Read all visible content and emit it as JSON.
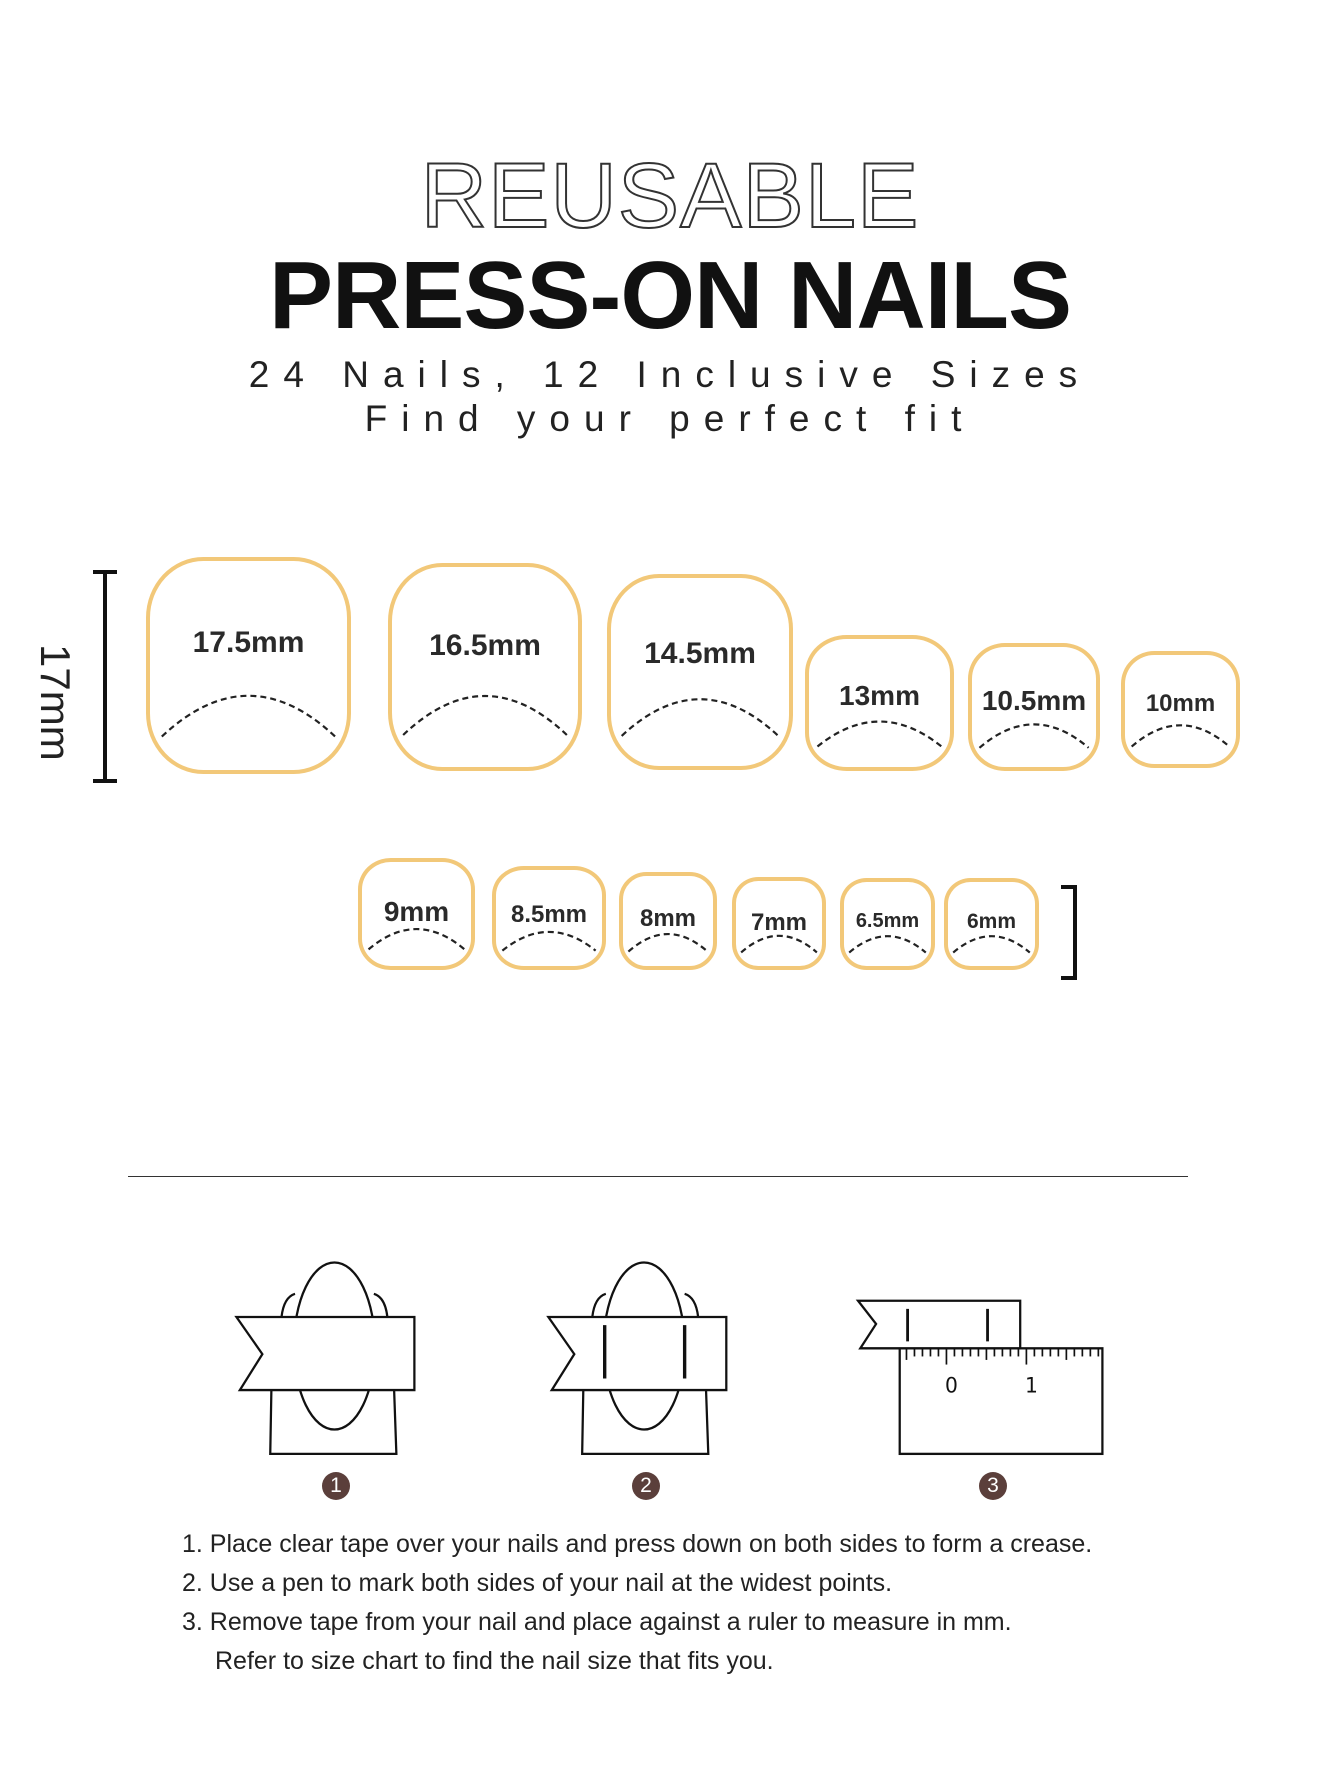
{
  "header": {
    "title_outline": "REUSABLE",
    "title_main": "PRESS-ON NAILS",
    "subtitle_1": "24 Nails, 12 Inclusive Sizes",
    "subtitle_2": "Find your perfect fit"
  },
  "size_chart": {
    "height_label": "17mm",
    "border_color": "#f2c879",
    "row_1": [
      "17.5mm",
      "16.5mm",
      "14.5mm",
      "13mm",
      "10.5mm",
      "10mm"
    ],
    "row_2": [
      "9mm",
      "8.5mm",
      "8mm",
      "7mm",
      "6.5mm",
      "6mm"
    ]
  },
  "steps": {
    "numbers": [
      "1",
      "2",
      "3"
    ],
    "ruler_labels": [
      "0",
      "1"
    ],
    "number_color": "#5b3f3b"
  },
  "instructions": [
    "1. Place clear tape over your nails and press down on both sides to form a crease.",
    "2. Use a pen to mark both sides of your nail at the widest points.",
    "3. Remove tape from your nail and place against a ruler to measure in mm.",
    "Refer to size chart to find the nail size that fits you."
  ]
}
